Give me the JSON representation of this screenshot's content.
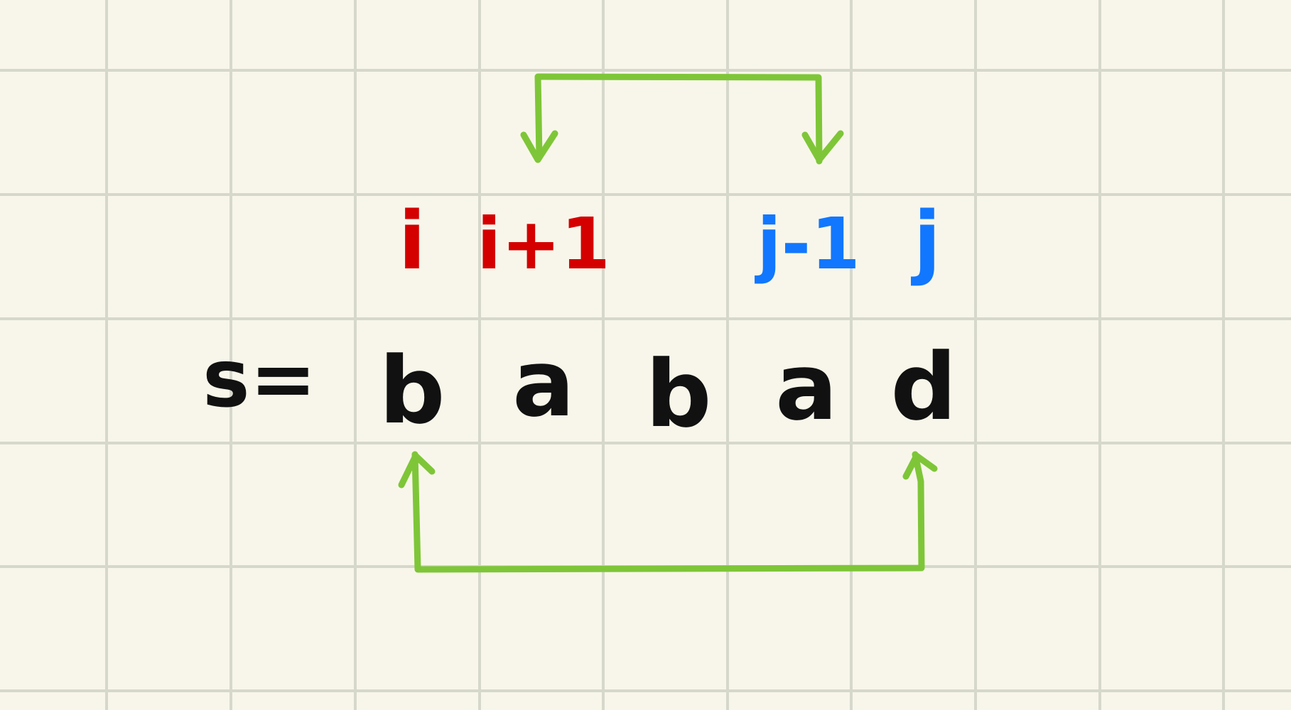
{
  "prefix": "s=",
  "string": [
    "b",
    "a",
    "b",
    "a",
    "d"
  ],
  "pointers": {
    "i": "i",
    "i_plus_1": "i+1",
    "j_minus_1": "j-1",
    "j": "j"
  },
  "colors": {
    "background": "#f8f6ea",
    "grid": "#d6d8cc",
    "text": "#111111",
    "i_pointer": "#d40000",
    "j_pointer": "#1177ff",
    "arrow": "#7ec638"
  }
}
